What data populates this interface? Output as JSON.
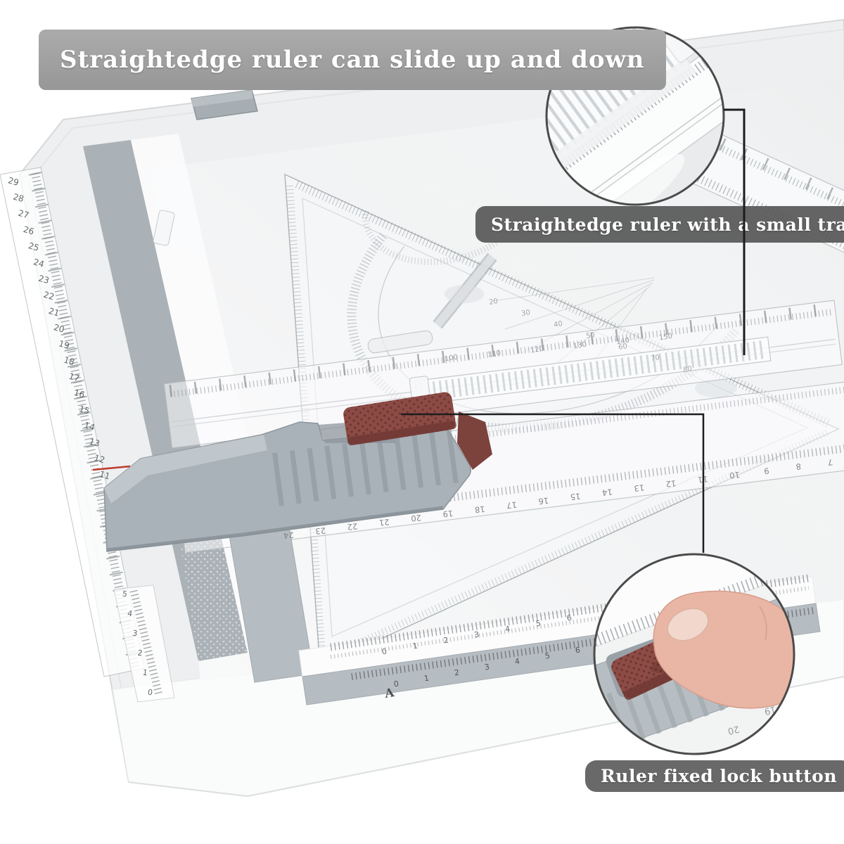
{
  "annotations": {
    "banner": "Straightedge ruler can slide up and down",
    "track_label": "Straightedge ruler with a small track",
    "lock_label": "Ruler fixed lock button"
  },
  "brand_logo": "A",
  "scales": {
    "left_vertical": [
      "29",
      "28",
      "27",
      "26",
      "25",
      "24",
      "23",
      "22",
      "21",
      "20",
      "19",
      "18",
      "17",
      "16",
      "15",
      "14",
      "13",
      "12",
      "11"
    ],
    "corner": [
      "5",
      "4",
      "3",
      "2",
      "1",
      "0"
    ],
    "straightedge": [
      "24",
      "23",
      "22",
      "21",
      "20",
      "19",
      "18",
      "17",
      "16",
      "15",
      "14",
      "13",
      "12",
      "11",
      "10",
      "9",
      "8",
      "7"
    ],
    "bottom_white": [
      "0",
      "1",
      "2",
      "3",
      "4",
      "5",
      "6"
    ],
    "bottom_gray": [
      "0",
      "1",
      "2",
      "3",
      "4",
      "5",
      "6"
    ],
    "protractor": [
      "100",
      "110",
      "120",
      "130",
      "140",
      "150"
    ],
    "fan": [
      "20",
      "30",
      "40",
      "50",
      "60",
      "70",
      "80"
    ],
    "inset_lock_numbers": [
      "20",
      "19"
    ]
  },
  "colors": {
    "lock_button": "#8d4b45",
    "lock_button_dark": "#713a35",
    "carriage_gray": "#a9b2b8",
    "rail_gray": "#aab2b7",
    "banner_bg": "#a0a0a0",
    "label_bg": "#5f5f5f",
    "connector": "#1d1d1d",
    "skin": "#e9b6a5",
    "board_shell": "#edeff0"
  }
}
